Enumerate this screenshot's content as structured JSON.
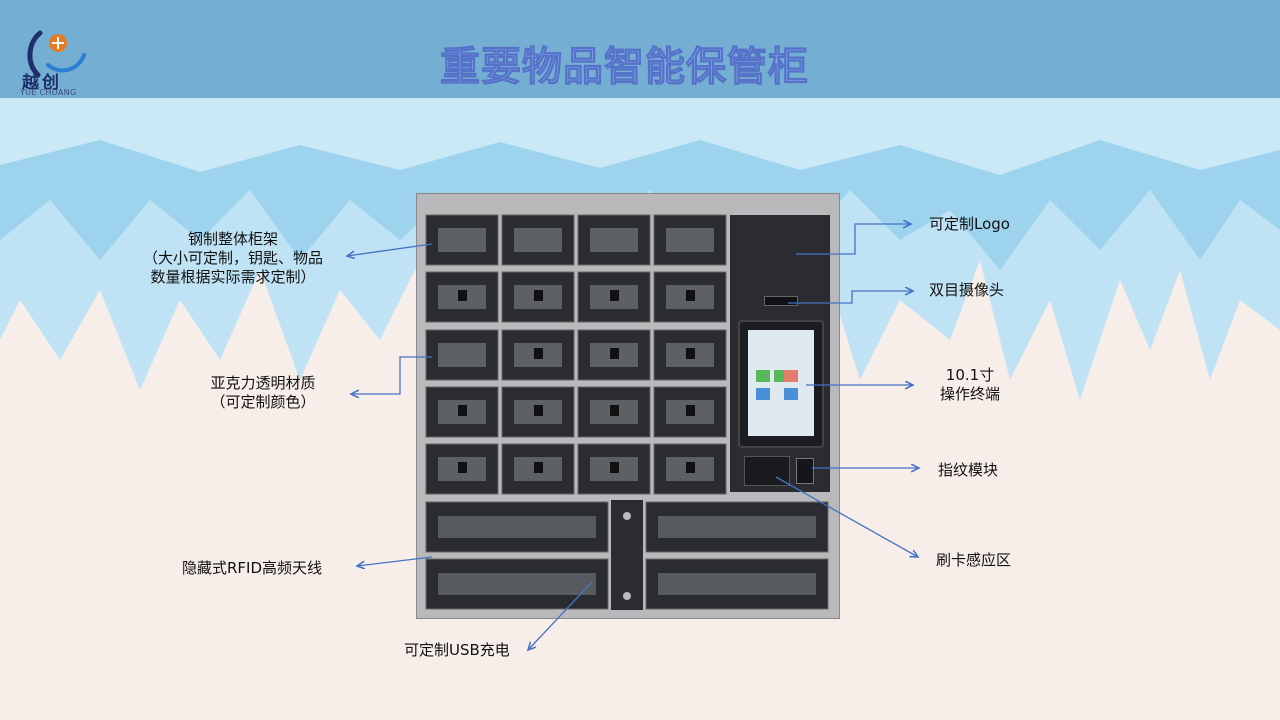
{
  "header": {
    "title": "重要物品智能保管柜",
    "logo_cn": "越创",
    "logo_en": "YUE CHUANG"
  },
  "labels": {
    "steel_frame_1": "钢制整体柜架",
    "steel_frame_2": "（大小可定制，钥匙、物品",
    "steel_frame_3": "数量根据实际需求定制）",
    "acrylic_1": "亚克力透明材质",
    "acrylic_2": "（可定制颜色）",
    "rfid": "隐藏式RFID高频天线",
    "usb": "可定制USB充电",
    "logo": "可定制Logo",
    "camera": "双目摄像头",
    "terminal_1": "10.1寸",
    "terminal_2": "操作终端",
    "fingerprint": "指纹模块",
    "card": "刷卡感应区"
  },
  "colors": {
    "header": "#74aed3",
    "arrow": "#4472c4",
    "title_fill": "#7da6e8"
  }
}
